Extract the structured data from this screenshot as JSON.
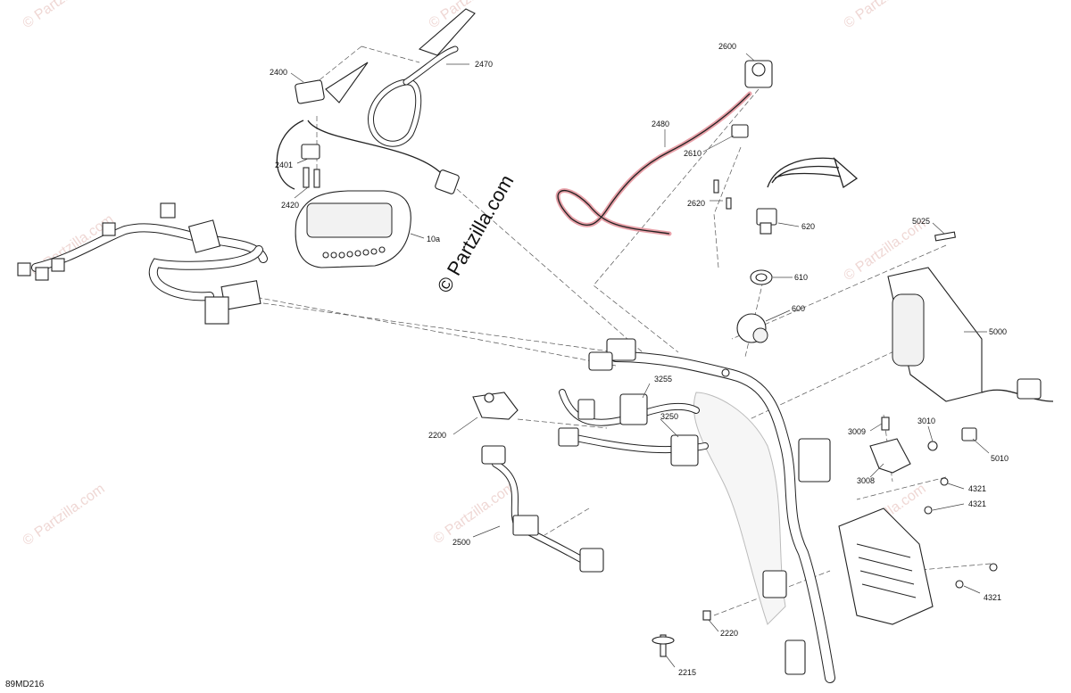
{
  "diagram": {
    "code": "89MD216",
    "watermark_main": "© Partzilla.com",
    "watermark_repeat": "© Partzilla.com",
    "highlight_color": "#e8a0a8",
    "watermark_color": "#e2b7b2"
  },
  "parts": [
    {
      "id": "p2400",
      "label": "2400"
    },
    {
      "id": "p2470",
      "label": "2470"
    },
    {
      "id": "p2401",
      "label": "2401"
    },
    {
      "id": "p2420",
      "label": "2420"
    },
    {
      "id": "p10a",
      "label": "10a"
    },
    {
      "id": "p2600",
      "label": "2600"
    },
    {
      "id": "p2480",
      "label": "2480"
    },
    {
      "id": "p2610",
      "label": "2610"
    },
    {
      "id": "p2620",
      "label": "2620"
    },
    {
      "id": "p620",
      "label": "620"
    },
    {
      "id": "p610",
      "label": "610"
    },
    {
      "id": "p600",
      "label": "600"
    },
    {
      "id": "p5025",
      "label": "5025"
    },
    {
      "id": "p5000",
      "label": "5000"
    },
    {
      "id": "p3255",
      "label": "3255"
    },
    {
      "id": "p3250",
      "label": "3250"
    },
    {
      "id": "p2200",
      "label": "2200"
    },
    {
      "id": "p3009",
      "label": "3009"
    },
    {
      "id": "p3010",
      "label": "3010"
    },
    {
      "id": "p5010",
      "label": "5010"
    },
    {
      "id": "p3008",
      "label": "3008"
    },
    {
      "id": "p4321a",
      "label": "4321"
    },
    {
      "id": "p4321b",
      "label": "4321"
    },
    {
      "id": "p4321c",
      "label": "4321"
    },
    {
      "id": "p2500",
      "label": "2500"
    },
    {
      "id": "p2220",
      "label": "2220"
    },
    {
      "id": "p2215",
      "label": "2215"
    }
  ]
}
